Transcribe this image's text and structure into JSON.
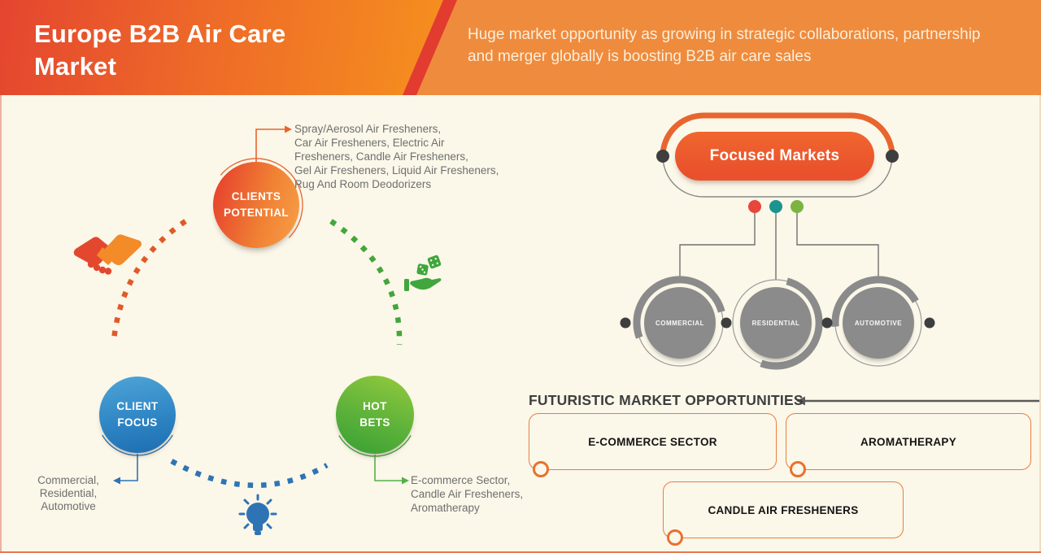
{
  "palette": {
    "background": "#FBF7E9",
    "header_gradient_start": "#E4452F",
    "header_gradient_end": "#F6921E",
    "header_right": "#EF8B3D",
    "header_stripe": "#E23B30",
    "accent_orange": "#E8652F",
    "accent_blue": "#2E74B5",
    "accent_green": "#3FA73C",
    "segment_gray": "#8B8B8B",
    "dark_dot": "#3E3E3E",
    "note_text": "#6F6F6F",
    "legend_red": "#E8453C",
    "legend_teal": "#1B9490",
    "legend_green": "#7CB342"
  },
  "header": {
    "title": "Europe B2B Air Care Market",
    "subtitle": "Huge market opportunity as growing in strategic collaborations, partnership and merger globally is boosting B2B air care sales"
  },
  "cycle": {
    "clients_potential": {
      "label_line1": "CLIENTS",
      "label_line2": "POTENTIAL",
      "items": [
        "Spray/Aerosol Air Fresheners,",
        "Car Air Fresheners, Electric Air",
        "Fresheners, Candle Air Fresheners,",
        "Gel Air Fresheners, Liquid Air Fresheners,",
        "Rug And Room Deodorizers"
      ]
    },
    "client_focus": {
      "label_line1": "CLIENT",
      "label_line2": "FOCUS",
      "items": [
        "Commercial,",
        "Residential,",
        "Automotive"
      ]
    },
    "hot_bets": {
      "label_line1": "HOT",
      "label_line2": "BETS",
      "items": [
        "E-commerce Sector,",
        "Candle Air Fresheners,",
        "Aromatherapy"
      ]
    },
    "icons": {
      "handshake": "handshake-icon",
      "dice_hand": "dice-hand-icon",
      "lightbulb": "lightbulb-icon"
    }
  },
  "focused_markets": {
    "label": "Focused Markets",
    "legend_colors": [
      "#E8453C",
      "#1B9490",
      "#7CB342"
    ],
    "segments": [
      {
        "label": "COMMERCIAL"
      },
      {
        "label": "RESIDENTIAL"
      },
      {
        "label": "AUTOMOTIVE"
      }
    ]
  },
  "futuristic": {
    "heading": "FUTURISTIC MARKET OPPORTUNITIES",
    "boxes": [
      {
        "label": "E-COMMERCE SECTOR"
      },
      {
        "label": "AROMATHERAPY"
      },
      {
        "label": "CANDLE AIR FRESHENERS"
      }
    ]
  }
}
